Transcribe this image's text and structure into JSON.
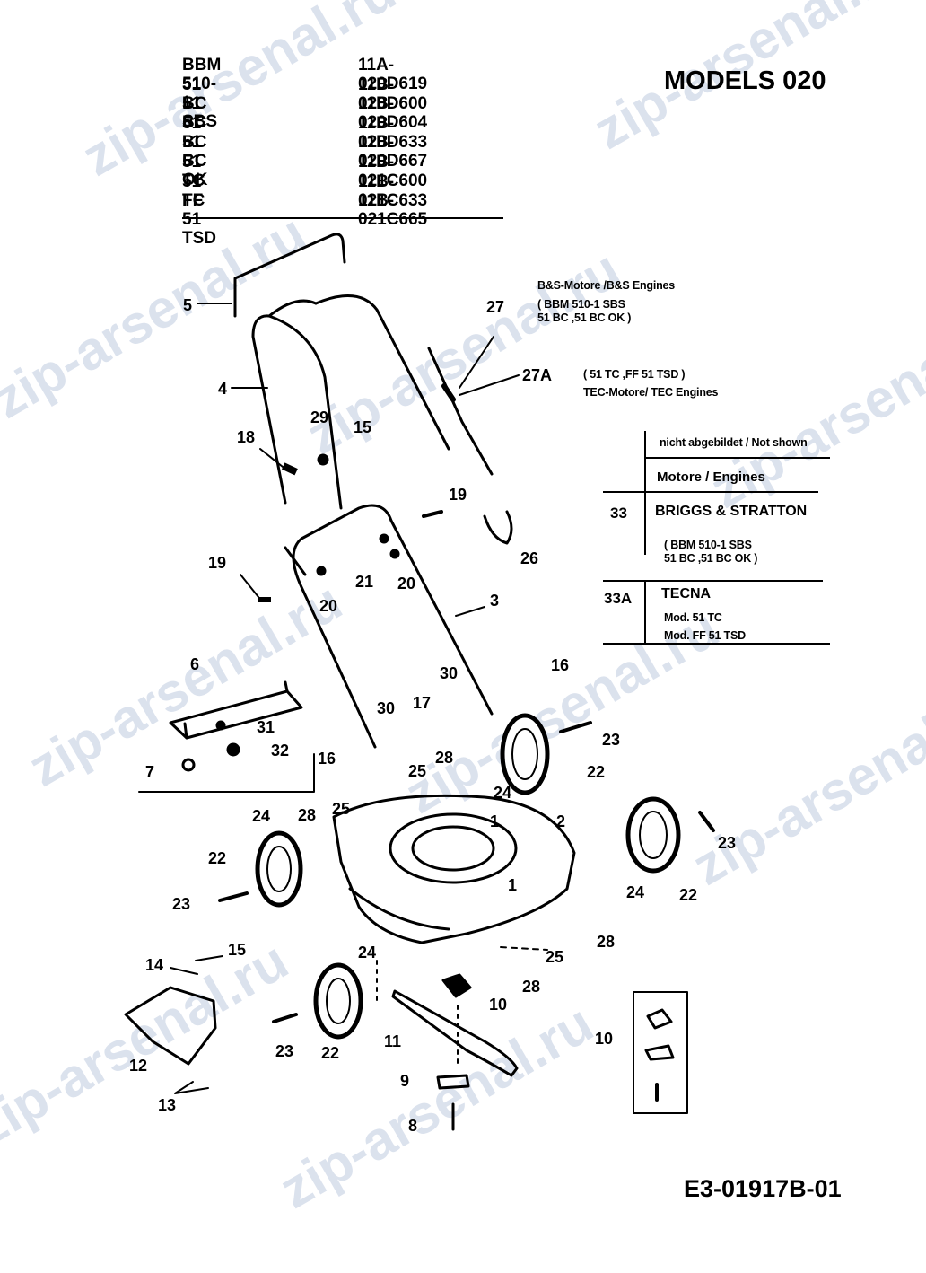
{
  "models": [
    {
      "name": "BBM 510-1 SBS",
      "number": "11A-020D619"
    },
    {
      "name": "51 BC",
      "number": "11B-020D600"
    },
    {
      "name": "51 BC",
      "number": "11B-020D604"
    },
    {
      "name": "51 BC",
      "number": "11B-020D633"
    },
    {
      "name": "51 BC OK",
      "number": "11B-020D667"
    },
    {
      "name": "51 TC",
      "number": "11B-021C600"
    },
    {
      "name": "51 TC",
      "number": "11B-021C633"
    },
    {
      "name": "FF 51 TSD",
      "number": "11B-021C665"
    }
  ],
  "models_title": "MODELS 020",
  "drawing_number": "E3-01917B-01",
  "watermark": "zip-arsenal.ru",
  "engine_notes": {
    "bs_title": "B&S-Motore /B&S Engines",
    "bs_models_line1": "( BBM 510-1 SBS",
    "bs_models_line2": "51 BC ,51 BC OK )",
    "tec_models": "( 51 TC ,FF 51 TSD )",
    "tec_title": "TEC-Motore/ TEC Engines"
  },
  "engine_table": {
    "not_shown": "nicht abgebildet / Not shown",
    "header": "Motore / Engines",
    "rows": [
      {
        "no": "33",
        "name": "BRIGGS & STRATTON",
        "detail1": "( BBM 510-1 SBS",
        "detail2": "51 BC ,51 BC OK )"
      },
      {
        "no": "33A",
        "name": "TECNA",
        "detail1": "Mod. 51 TC",
        "detail2": "Mod. FF 51 TSD"
      }
    ]
  },
  "callouts": [
    "5",
    "4",
    "27",
    "27A",
    "29",
    "15",
    "18",
    "19",
    "26",
    "19",
    "21",
    "20",
    "20",
    "3",
    "6",
    "31",
    "32",
    "7",
    "30",
    "17",
    "30",
    "16",
    "23",
    "16",
    "25",
    "28",
    "22",
    "24",
    "25",
    "28",
    "24",
    "1",
    "2",
    "22",
    "23",
    "23",
    "1",
    "24",
    "22",
    "14",
    "15",
    "24",
    "25",
    "28",
    "28",
    "10",
    "12",
    "23",
    "22",
    "11",
    "10",
    "9",
    "13",
    "8"
  ]
}
